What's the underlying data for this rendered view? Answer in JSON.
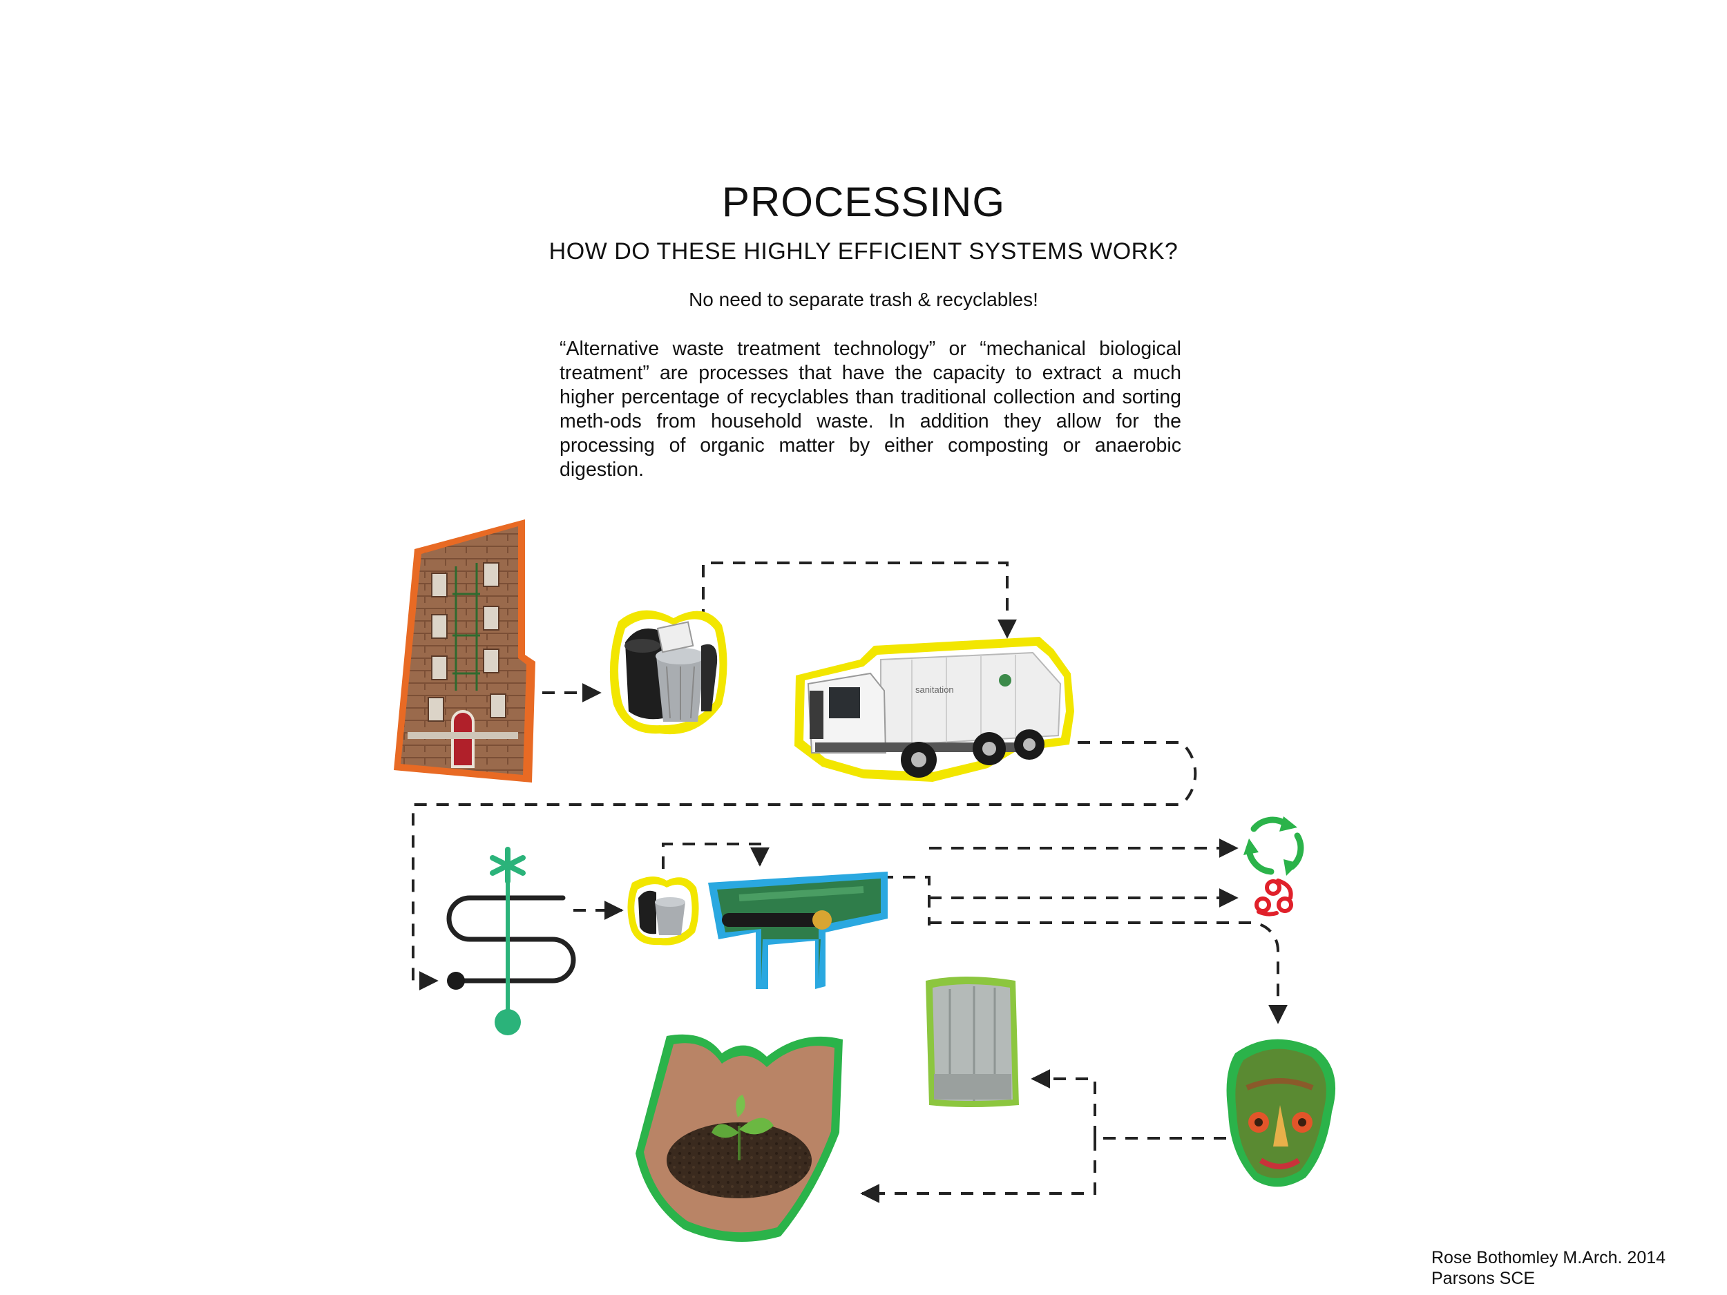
{
  "header": {
    "title": "PROCESSING",
    "subtitle": "HOW DO THESE HIGHLY EFFICIENT SYSTEMS WORK?",
    "tagline": "No need to separate trash & recyclables!"
  },
  "body": {
    "paragraph": "“Alternative waste treatment technology” or “mechanical biological treatment” are processes that have the capacity to extract a much higher percentage of recyclables than traditional collection and sorting meth-ods from household waste.  In addition they allow for the processing of organic matter by either composting or anaerobic digestion."
  },
  "credit": {
    "line1": "Rose Bothomley M.Arch. 2014",
    "line2": "Parsons SCE"
  },
  "colors": {
    "building_outline": "#e86a24",
    "bins_outline": "#f2e600",
    "truck_outline": "#f2e600",
    "conveyor_outline": "#2aa8e0",
    "tank_outline": "#8cc63f",
    "compost_outline": "#2bb34a",
    "produce_outline": "#2bb34a",
    "sorter_green": "#2bb37a",
    "recycle_green": "#2bb34a",
    "reuse_red": "#e0202a",
    "arrow": "#222222"
  },
  "icons": {
    "building": "apartment-building-photo",
    "bins": "trash-bins-photo",
    "truck": "sanitation-truck-photo",
    "truck_side_text": "sanitation",
    "sorter": "sorting-process-icon",
    "conveyor": "conveyor-belt-photo",
    "recycle": "recycle-arrows-icon",
    "reuse": "reuse-cycle-icon",
    "tank": "digester-tank-photo",
    "compost": "hands-with-seedling-photo",
    "produce": "vegetable-face-photo"
  }
}
